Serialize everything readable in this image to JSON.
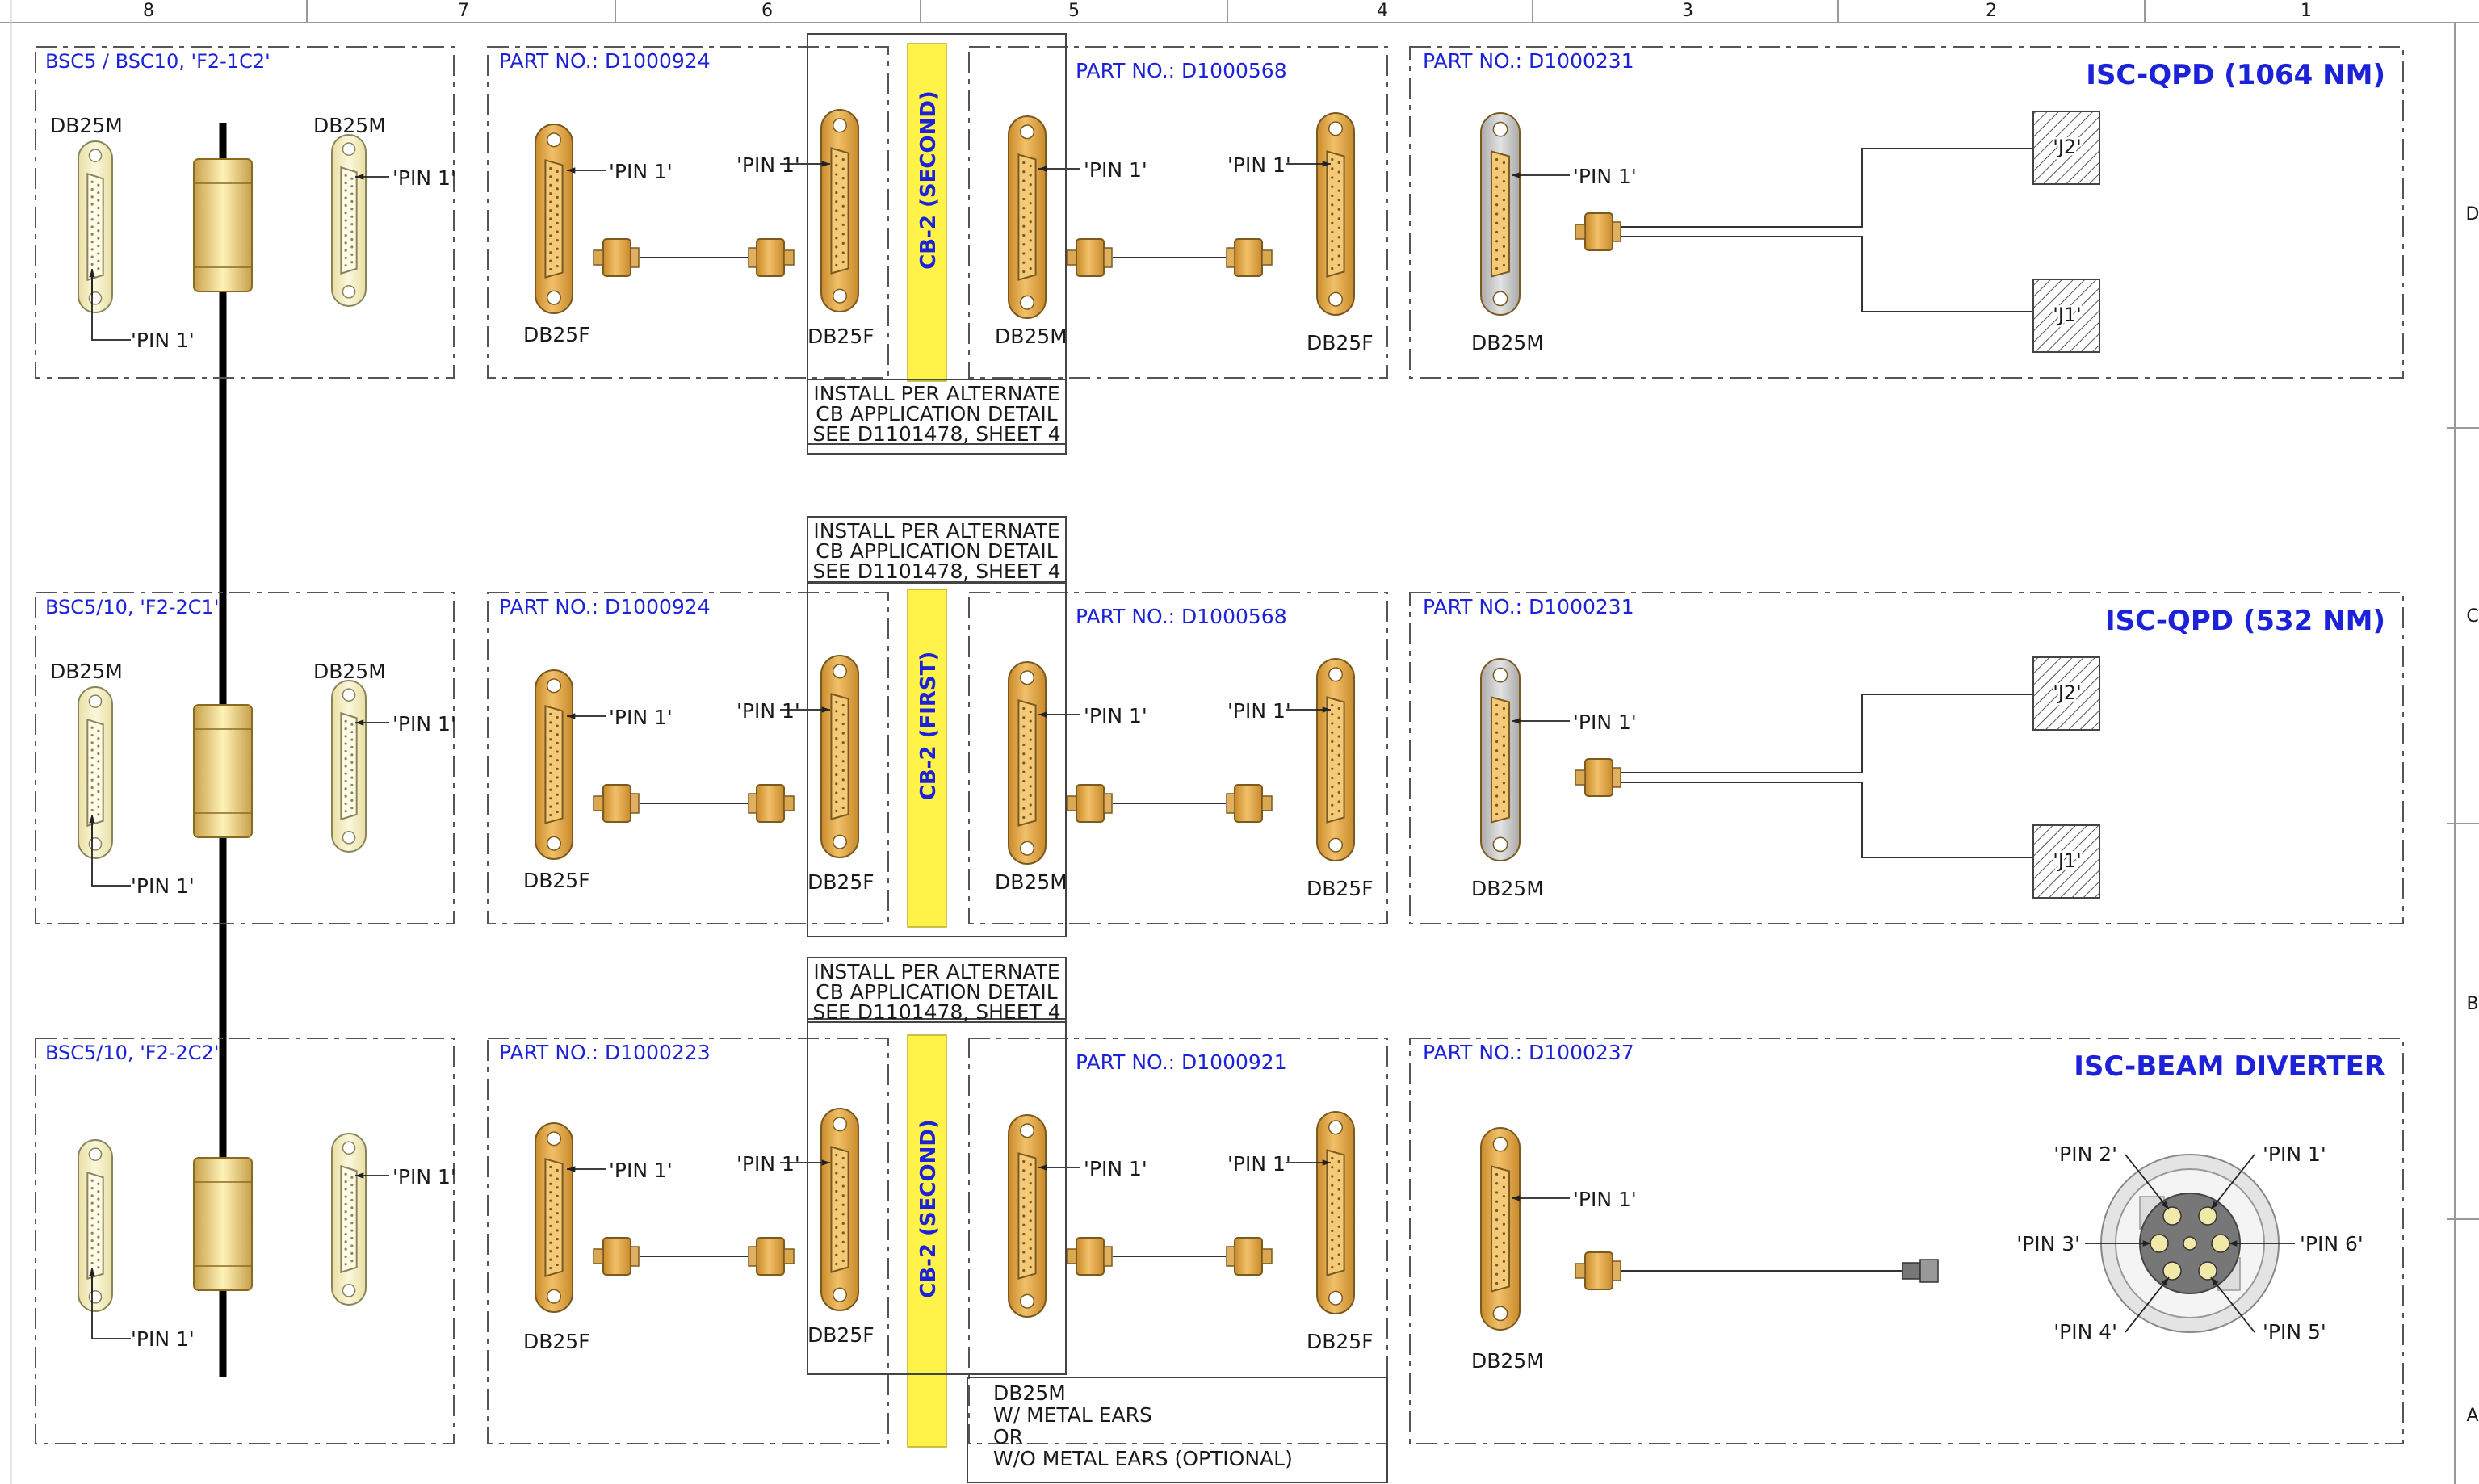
{
  "border": {
    "columns": [
      "8",
      "7",
      "6",
      "5",
      "4",
      "3",
      "2",
      "1"
    ],
    "rows": [
      "D",
      "C",
      "B",
      "A"
    ]
  },
  "rows": [
    {
      "bsc_label": "BSC5 / BSC10, 'F2-1C2'",
      "bsc_left_type": "DB25M",
      "bsc_right_type": "DB25M",
      "bsc_pin_a": "'PIN 1'",
      "bsc_pin_b": "'PIN 1'",
      "part_a": "PART NO.: D1000924",
      "part_a_left_type": "DB25F",
      "part_a_right_type": "DB25F",
      "part_a_pin_a": "'PIN 1'",
      "part_a_pin_b": "'PIN 1'",
      "cb_label": "CB-2 (SECOND)",
      "part_b": "PART NO.: D1000568",
      "part_b_left_type": "DB25M",
      "part_b_right_type": "DB25F",
      "part_b_pin_a": "'PIN 1'",
      "part_b_pin_b": "'PIN 1'",
      "part_c": "PART NO.: D1000231",
      "part_c_type": "DB25M",
      "part_c_pin": "'PIN 1'",
      "title": "ISC-QPD (1064 NM)",
      "j_top": "'J2'",
      "j_bottom": "'J1'"
    },
    {
      "bsc_label": "BSC5/10, 'F2-2C1'",
      "bsc_left_type": "DB25M",
      "bsc_right_type": "DB25M",
      "bsc_pin_a": "'PIN 1'",
      "bsc_pin_b": "'PIN 1'",
      "part_a": "PART NO.: D1000924",
      "part_a_left_type": "DB25F",
      "part_a_right_type": "DB25F",
      "part_a_pin_a": "'PIN 1'",
      "part_a_pin_b": "'PIN 1'",
      "cb_label": "CB-2 (FIRST)",
      "part_b": "PART NO.: D1000568",
      "part_b_left_type": "DB25M",
      "part_b_right_type": "DB25F",
      "part_b_pin_a": "'PIN 1'",
      "part_b_pin_b": "'PIN 1'",
      "part_c": "PART NO.: D1000231",
      "part_c_type": "DB25M",
      "part_c_pin": "'PIN 1'",
      "title": "ISC-QPD (532 NM)",
      "j_top": "'J2'",
      "j_bottom": "'J1'"
    },
    {
      "bsc_label": "BSC5/10, 'F2-2C2'",
      "bsc_left_type": "",
      "bsc_right_type": "",
      "bsc_pin_a": "'PIN 1'",
      "bsc_pin_b": "'PIN 1'",
      "part_a": "PART NO.: D1000223",
      "part_a_left_type": "DB25F",
      "part_a_right_type": "DB25F",
      "part_a_pin_a": "'PIN 1'",
      "part_a_pin_b": "'PIN 1'",
      "cb_label": "CB-2 (SECOND)",
      "part_b": "PART NO.: D1000921",
      "part_b_left_type": "",
      "part_b_right_type": "DB25F",
      "part_b_pin_a": "'PIN 1'",
      "part_b_pin_b": "'PIN 1'",
      "part_c": "PART NO.: D1000237",
      "part_c_type": "DB25M",
      "part_c_pin": "'PIN 1'",
      "title": "ISC-BEAM DIVERTER",
      "j_top": "",
      "j_bottom": ""
    }
  ],
  "install_note": {
    "line1": "INSTALL PER ALTERNATE",
    "line2": "CB APPLICATION DETAIL",
    "line3": "SEE D1101478, SHEET 4"
  },
  "bottom_note": {
    "line1": "DB25M",
    "line2": "W/ METAL EARS",
    "line3": "OR",
    "line4": "W/O METAL EARS (OPTIONAL)"
  },
  "circular_pins": {
    "p1": "'PIN 1'",
    "p2": "'PIN 2'",
    "p3": "'PIN 3'",
    "p4": "'PIN 4'",
    "p5": "'PIN 5'",
    "p6": "'PIN 6'"
  },
  "colors": {
    "connector_gold": "#e8b25a",
    "connector_cream": "#f6f0c8",
    "cb_yellow": "#fff34a",
    "title_blue": "#1c22d8",
    "qpd_grey": "#cfcfcf"
  }
}
